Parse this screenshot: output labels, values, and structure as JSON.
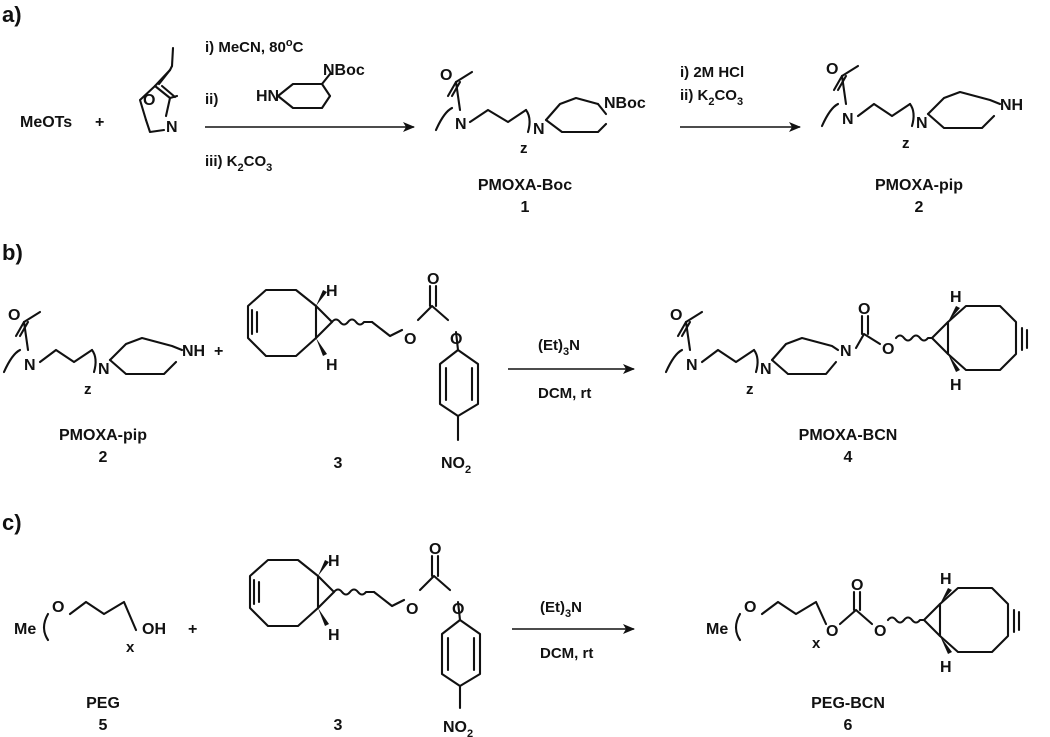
{
  "panels": {
    "a": {
      "label": "a)",
      "reactant1": "MeOTs",
      "plus": "+",
      "reactant2_atoms": {
        "O": "O",
        "N": "N"
      },
      "conditions": {
        "step1": "i) MeCN, 80",
        "step1_deg": "o",
        "step1_unit": "C",
        "step2": "ii)",
        "step2_HN": "HN",
        "step2_NBoc": "NBoc",
        "step3": "iii) K",
        "step3_sub": "2",
        "step3_tail": "CO",
        "step3_sub2": "3"
      },
      "conditions2": {
        "step1": "i) 2M HCl",
        "step2": "ii) K",
        "step2_sub": "2",
        "step2_tail": "CO",
        "step2_sub2": "3"
      },
      "product1": {
        "name": "PMOXA-Boc",
        "number": "1",
        "O": "O",
        "N1": "N",
        "N2": "N",
        "NBoc": "NBoc",
        "repeat": "z"
      },
      "product2": {
        "name": "PMOXA-pip",
        "number": "2",
        "O": "O",
        "N1": "N",
        "N2": "N",
        "NH": "NH",
        "repeat": "z"
      }
    },
    "b": {
      "label": "b)",
      "reactant1": {
        "name": "PMOXA-pip",
        "number": "2",
        "O": "O",
        "N1": "N",
        "N2": "N",
        "NH": "NH",
        "repeat": "z"
      },
      "plus": "+",
      "reactant2": {
        "number": "3",
        "H_top": "H",
        "H_bottom": "H",
        "O_carbonyl": "O",
        "O_ester1": "O",
        "O_ester2": "O",
        "NO2": "NO",
        "NO2_sub": "2"
      },
      "conditions": {
        "reagent": "(Et)",
        "reagent_sub": "3",
        "reagent_tail": "N",
        "solvent": "DCM, rt"
      },
      "product": {
        "name": "PMOXA-BCN",
        "number": "4",
        "O1": "O",
        "O2": "O",
        "O3": "O",
        "N1": "N",
        "N2": "N",
        "N3": "N",
        "H_top": "H",
        "H_bottom": "H",
        "repeat": "z"
      }
    },
    "c": {
      "label": "c)",
      "reactant1": {
        "name": "PEG",
        "number": "5",
        "Me": "Me",
        "O": "O",
        "OH": "OH",
        "repeat": "x"
      },
      "plus": "+",
      "reactant2": {
        "number": "3",
        "H_top": "H",
        "H_bottom": "H",
        "O_carbonyl": "O",
        "O_ester1": "O",
        "O_ester2": "O",
        "NO2": "NO",
        "NO2_sub": "2"
      },
      "conditions": {
        "reagent": "(Et)",
        "reagent_sub": "3",
        "reagent_tail": "N",
        "solvent": "DCM, rt"
      },
      "product": {
        "name": "PEG-BCN",
        "number": "6",
        "Me": "Me",
        "O1": "O",
        "O2": "O",
        "O3": "O",
        "O4": "O",
        "H_top": "H",
        "H_bottom": "H",
        "repeat": "x"
      }
    }
  }
}
